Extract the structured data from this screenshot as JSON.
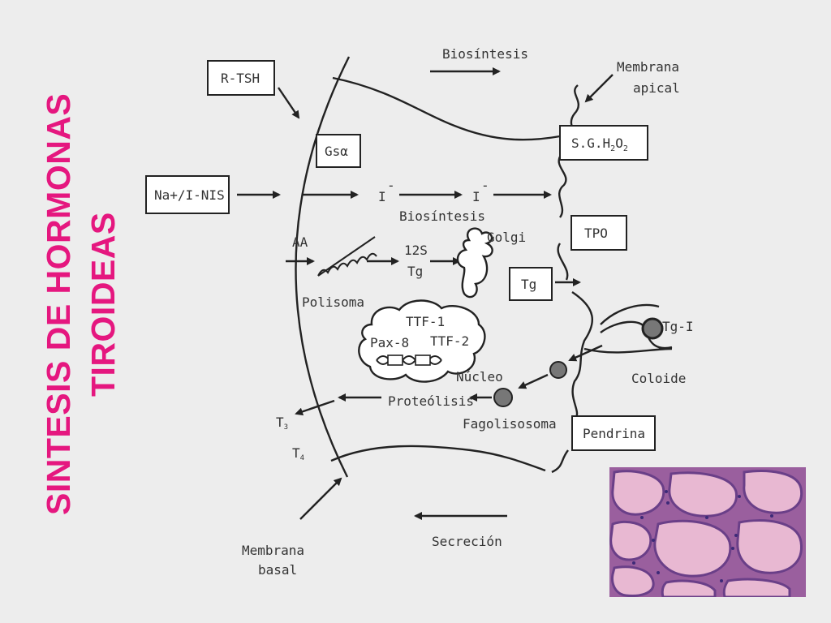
{
  "title": {
    "line1": "SINTESIS DE HORMONAS",
    "line2": "TIROIDEAS"
  },
  "colors": {
    "title": "#e5177f",
    "colloid": "#e8b8d2",
    "nucleus": "#5a3a8c"
  },
  "boxes": {
    "rtsh": "R-TSH",
    "gs_alpha": "Gsα",
    "nis": "Na+/I-NIS",
    "sgh2o2": "S.G.H",
    "sgh2o2_sub1": "2",
    "sgh2o2_mid": "O",
    "sgh2o2_sub2": "2",
    "tpo": "TPO",
    "tg": "Tg",
    "pendrina": "Pendrina"
  },
  "labels": {
    "biosintesis_top": "Biosíntesis",
    "membrana_apical_1": "Membrana",
    "membrana_apical_2": "apical",
    "iodide_1": "I",
    "iodide_2": "I",
    "iodide_sign_1": "-",
    "iodide_sign_2": "-",
    "biosintesis_mid": "Biosíntesis",
    "aa": "AA",
    "s12": "12S",
    "tg_12s": "Tg",
    "golgi": "Golgi",
    "polisoma": "Polisoma",
    "ttf1": "TTF-1",
    "pax8": "Pax-8",
    "ttf2": "TTF-2",
    "nucleo": "Núcleo",
    "tgi": "Tg-I",
    "coloide": "Coloide",
    "proteolisis": "Proteólisis",
    "fagolisosoma": "Fagolisosoma",
    "t3": "T",
    "t3_sub": "3",
    "t4": "T",
    "t4_sub": "4",
    "membrana_basal_1": "Membrana",
    "membrana_basal_2": "basal",
    "secrecion": "Secreción"
  }
}
